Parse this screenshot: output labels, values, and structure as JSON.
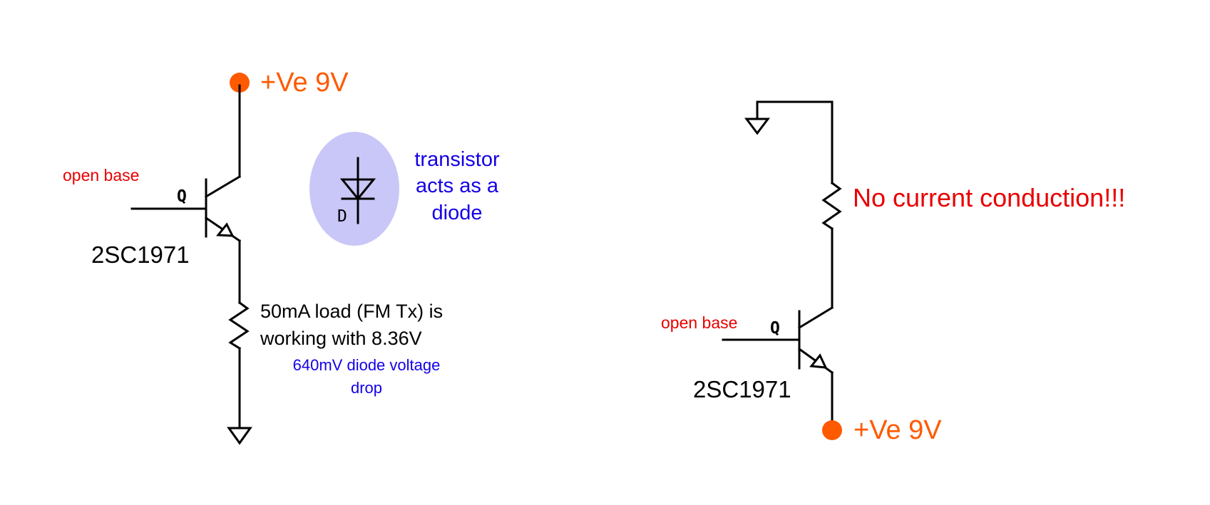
{
  "colors": {
    "supply": "#ff5a00",
    "note_red": "#e80000",
    "note_blue": "#1400e6",
    "bubble": "#c9c7f7",
    "wire": "#000000"
  },
  "left_circuit": {
    "supply_label": "+Ve 9V",
    "base_note": "open base",
    "transistor_designator": "Q",
    "transistor_part": "2SC1971",
    "load_note_line1": "50mA load (FM Tx) is",
    "load_note_line2": "working with 8.36V",
    "drop_note_line1": "640mV diode voltage",
    "drop_note_line2": "drop",
    "diode_designator": "D",
    "diode_note_line1": "transistor",
    "diode_note_line2": "acts as a",
    "diode_note_line3": "diode"
  },
  "right_circuit": {
    "status_note": "No current conduction!!!",
    "base_note": "open base",
    "transistor_designator": "Q",
    "transistor_part": "2SC1971",
    "supply_label": "+Ve 9V"
  }
}
